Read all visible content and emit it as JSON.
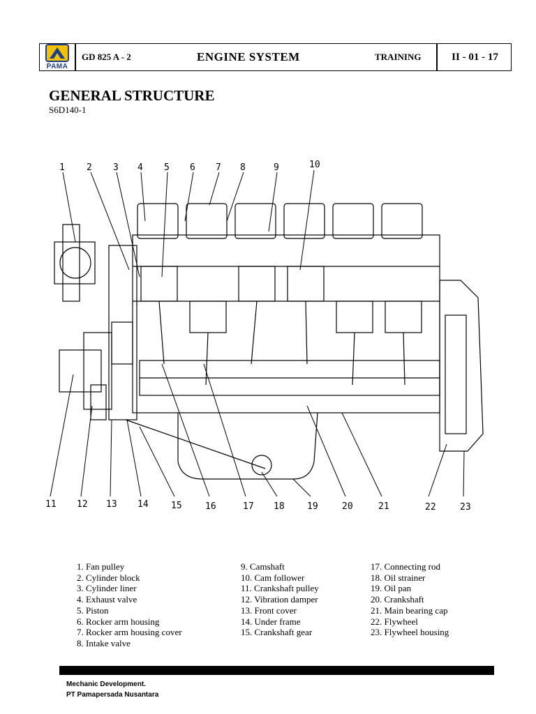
{
  "header": {
    "logo_text": "PAMA",
    "model": "GD 825 A - 2",
    "title": "ENGINE  SYSTEM",
    "training": "TRAINING",
    "page": "II - 01 - 17",
    "logo_color": "#f2c200",
    "logo_accent": "#1a3d8f"
  },
  "heading": {
    "title": "GENERAL STRUCTURE",
    "subtitle": "S6D140-1"
  },
  "callouts": [
    "1",
    "2",
    "3",
    "4",
    "5",
    "6",
    "7",
    "8",
    "9",
    "10",
    "11",
    "12",
    "13",
    "14",
    "15",
    "16",
    "17",
    "18",
    "19",
    "20",
    "21",
    "22",
    "23"
  ],
  "legend": {
    "col1": [
      "1.  Fan pulley",
      "2.  Cylinder block",
      "3.  Cylinder liner",
      "4.  Exhaust valve",
      "5.  Piston",
      "6.  Rocker arm housing",
      "7.  Rocker arm housing cover",
      "8. Intake valve"
    ],
    "col2": [
      "9.  Camshaft",
      "10. Cam follower",
      "11. Crankshaft pulley",
      "12. Vibration damper",
      "13. Front cover",
      "14. Under frame",
      "15. Crankshaft gear"
    ],
    "col3": [
      "17.  Connecting rod",
      "18.  Oil strainer",
      "19.  Oil pan",
      "20.  Crankshaft",
      "21.  Main bearing cap",
      "22.  Flywheel",
      "23.  Flywheel housing"
    ]
  },
  "footer": {
    "line1": "Mechanic Development.",
    "line2": "PT Pamapersada Nusantara"
  }
}
